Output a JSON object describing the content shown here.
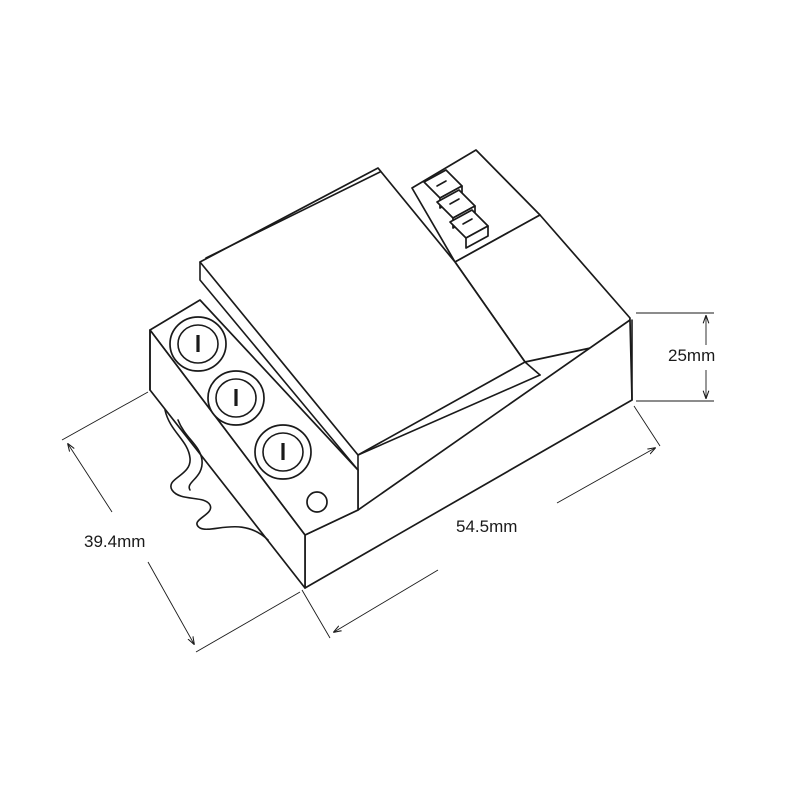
{
  "dimensions": {
    "height": "25mm",
    "length": "54.5mm",
    "width": "39.4mm"
  },
  "terminals": [
    "terminal-1",
    "terminal-2",
    "terminal-3"
  ],
  "colors": {
    "stroke": "#1a1a1a",
    "background": "#ffffff"
  }
}
